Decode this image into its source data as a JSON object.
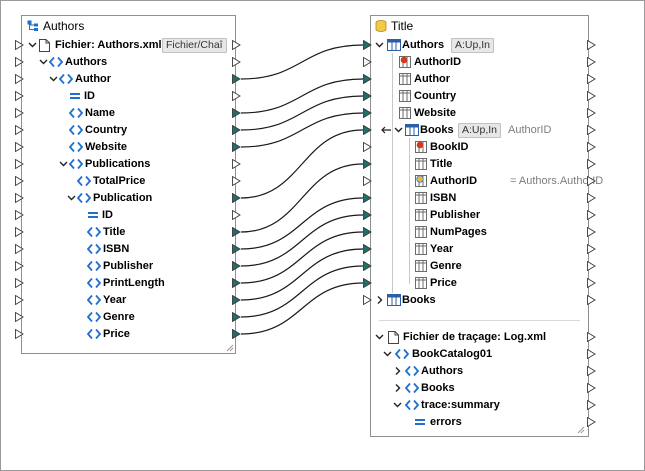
{
  "colors": {
    "link": "#1a1a1a",
    "port_connected": "#1f6f6a",
    "port_border": "#3a3a3a",
    "element_icon": "#1f6fd1",
    "table_icon": "#2a5fa8",
    "key_icon": "#d23a1e",
    "badge_bg": "#e7e7e7"
  },
  "source": {
    "title": "Authors",
    "file_label": "Fichier: Authors.xml",
    "file_badge": "Fichier/Chaî",
    "nodes": {
      "authors": "Authors",
      "author": "Author",
      "id": "ID",
      "name": "Name",
      "country": "Country",
      "website": "Website",
      "publications": "Publications",
      "totalprice": "TotalPrice",
      "publication": "Publication",
      "pub_id": "ID",
      "title": "Title",
      "isbn": "ISBN",
      "publisher": "Publisher",
      "printlength": "PrintLength",
      "year": "Year",
      "genre": "Genre",
      "price": "Price"
    }
  },
  "target": {
    "title": "Title",
    "authors_table": "Authors",
    "authors_badge": "A:Up,In",
    "authorid": "AuthorID",
    "author": "Author",
    "country": "Country",
    "website": "Website",
    "books_table": "Books",
    "books_badge": "A:Up,In",
    "books_key_hint": "AuthorID",
    "bookid": "BookID",
    "authorid_fk": "AuthorID",
    "authorid_fk_expr": "= Authors.AuthorID",
    "isbn": "ISBN",
    "publisher": "Publisher",
    "numpages": "NumPages",
    "year": "Year",
    "genre": "Genre",
    "price": "Price",
    "books_root": "Books",
    "trace_file": "Fichier de traçage: Log.xml",
    "trace_root": "BookCatalog01",
    "trace_authors": "Authors",
    "trace_books": "Books",
    "trace_summary": "trace:summary",
    "trace_errors": "errors"
  }
}
